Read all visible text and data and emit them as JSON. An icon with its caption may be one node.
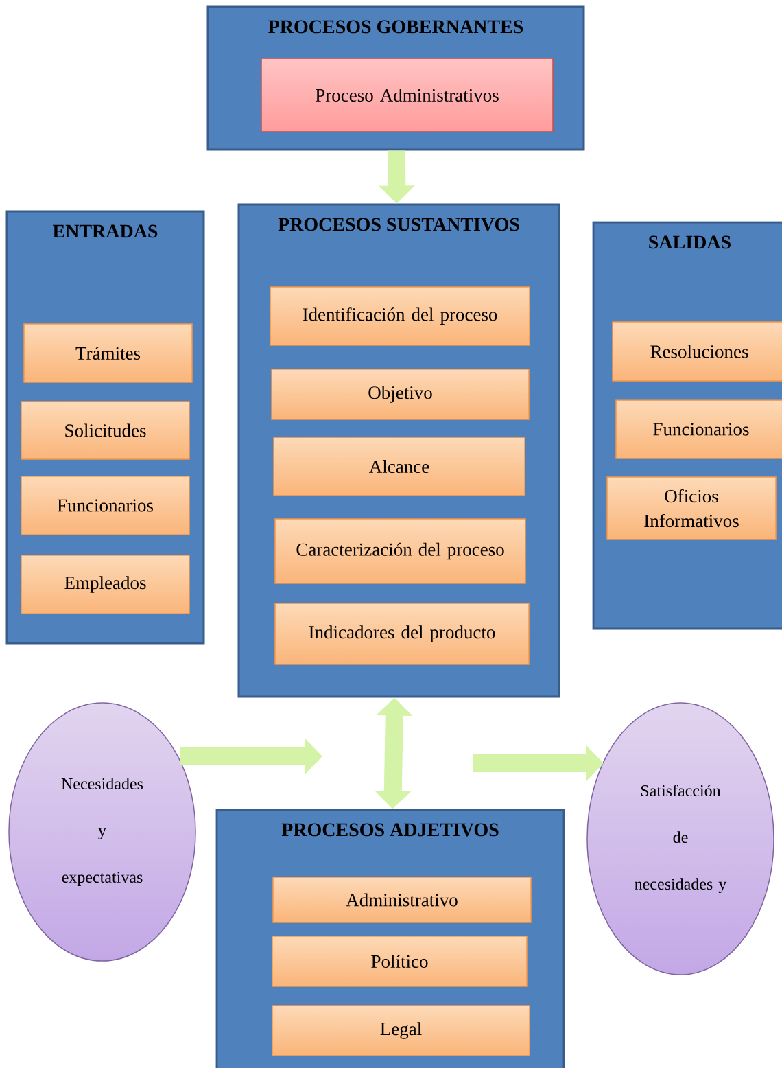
{
  "diagram": {
    "nodes": [
      {
        "text": [
          "PROCESOS GOBERNANTES"
        ]
      },
      {
        "text": [
          "Proceso Administrativos"
        ],
        "in": 0
      },
      {
        "text": [
          "ENTRADAS"
        ]
      },
      {
        "text": [
          "Trámites"
        ],
        "in": 2
      },
      {
        "text": [
          "Solicitudes"
        ],
        "in": 2
      },
      {
        "text": [
          "Funcionarios"
        ],
        "in": 2
      },
      {
        "text": [
          "Empleados"
        ],
        "in": 2
      },
      {
        "text": [
          "PROCESOS SUSTANTIVOS"
        ]
      },
      {
        "text": [
          "Identificación del proceso"
        ],
        "in": 7
      },
      {
        "text": [
          "Objetivo"
        ],
        "in": 7
      },
      {
        "text": [
          "Alcance"
        ],
        "in": 7
      },
      {
        "text": [
          "Caracterización del proceso"
        ],
        "in": 7
      },
      {
        "text": [
          "Indicadores del producto"
        ],
        "in": 7
      },
      {
        "text": [
          "SALIDAS"
        ]
      },
      {
        "text": [
          "Resoluciones"
        ],
        "in": 13
      },
      {
        "text": [
          "Funcionarios"
        ],
        "in": 13
      },
      {
        "text": [
          "Oficios Informativos"
        ],
        "in": 13
      },
      {
        "text": [
          "Necesidades y expectativas"
        ]
      },
      {
        "text": [
          "PROCESOS ADJETIVOS"
        ]
      },
      {
        "text": [
          "Administrativo"
        ],
        "in": 18
      },
      {
        "text": [
          "Político"
        ],
        "in": 18
      },
      {
        "text": [
          "Legal"
        ],
        "in": 18
      },
      {
        "text": [
          "Satisfacción de necesidades y"
        ]
      }
    ],
    "edges": [
      {
        "from": 0,
        "to": 7,
        "arrow": "to"
      },
      {
        "from": 7,
        "to": 18,
        "arrow": "both"
      },
      {
        "from": 17,
        "to": null,
        "arrow": "to"
      },
      {
        "from": null,
        "to": 22,
        "arrow": "to"
      }
    ]
  }
}
